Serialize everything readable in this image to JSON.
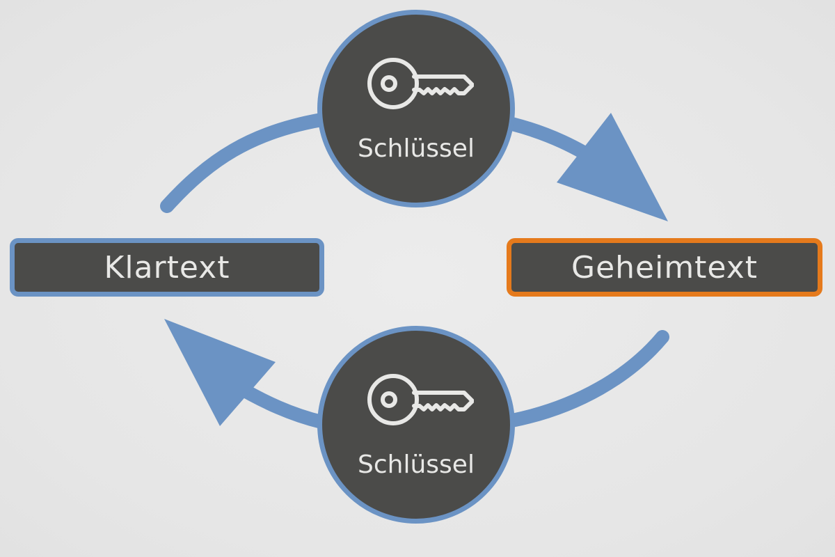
{
  "nodes": {
    "plaintext": {
      "label": "Klartext"
    },
    "ciphertext": {
      "label": "Geheimtext"
    },
    "key_top": {
      "label": "Schlüssel",
      "icon": "key-icon"
    },
    "key_bottom": {
      "label": "Schlüssel",
      "icon": "key-icon"
    }
  },
  "colors": {
    "background": "#e8e8e8",
    "node_fill": "#4b4b49",
    "accent_blue": "#6b93c4",
    "accent_orange": "#e57a1c",
    "text": "#e8e8e6"
  }
}
